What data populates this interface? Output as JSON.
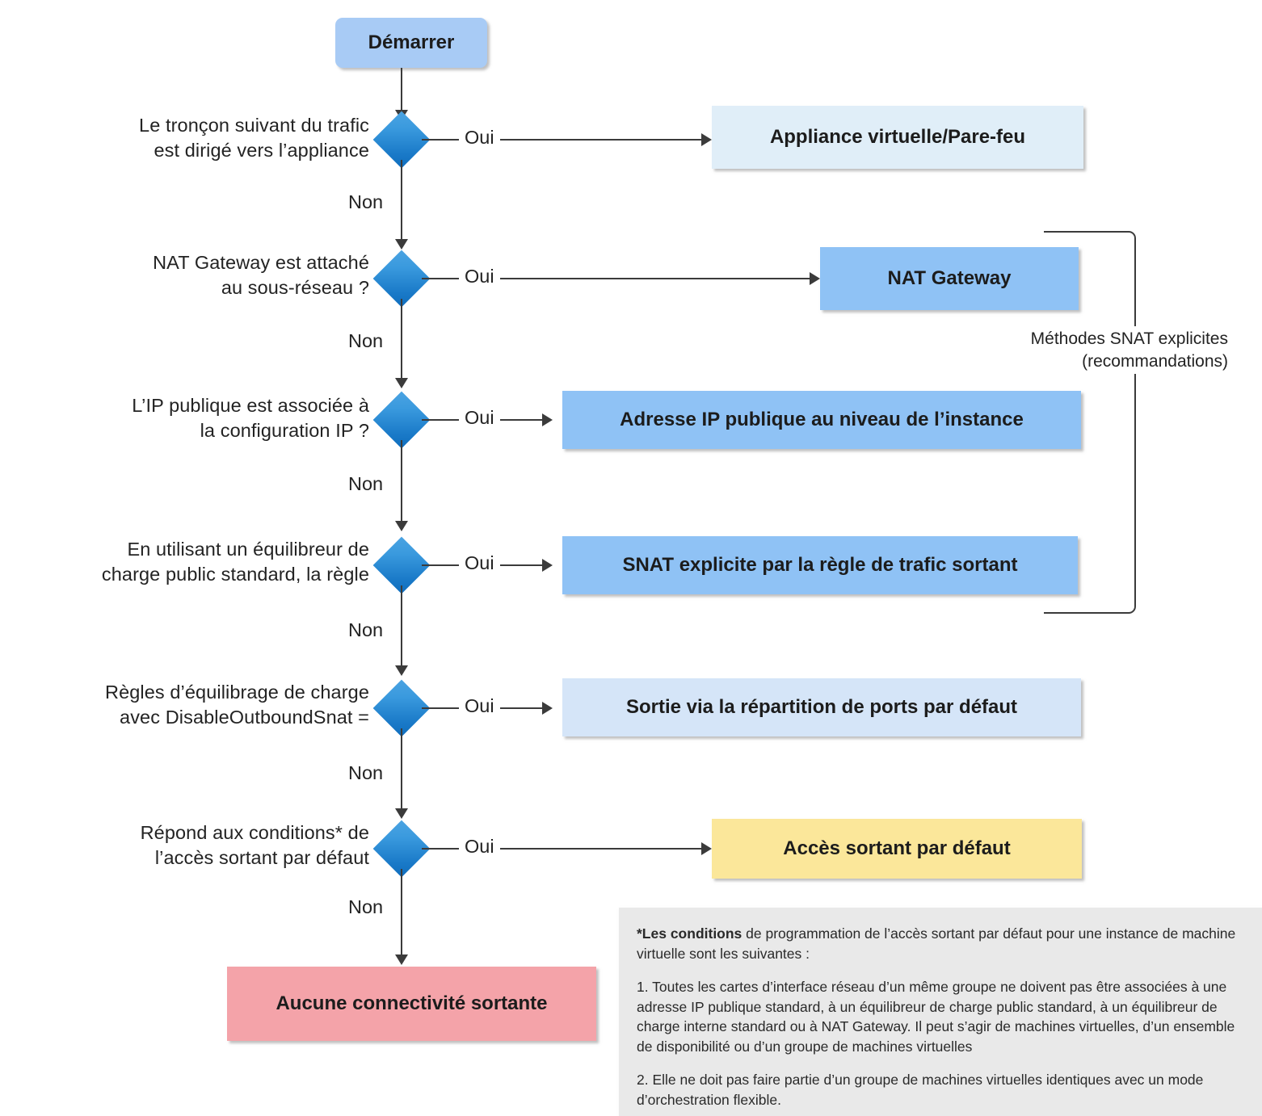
{
  "diagram": {
    "title": "Démarrer",
    "start_label": "Démarrer",
    "yes_label": "Oui",
    "no_label": "Non",
    "colors": {
      "start_box": "#a8cbf5",
      "light_blue_box": "#e0eef8",
      "medium_blue_box": "#8fc2f5",
      "pale_blue_box": "#d5e5f8",
      "yellow_box": "#fbe79a",
      "pink_box": "#f4a3a9",
      "diamond_light": "#3f9ade",
      "diamond_dark": "#0f6dbd",
      "connector": "#3b3b3b",
      "footnote_bg": "#e9e9e9"
    },
    "decisions": [
      {
        "question": "Le tronçon suivant du trafic\nest dirigé vers l’appliance",
        "yes": "Oui",
        "no": "Non",
        "result": "Appliance virtuelle/Pare-feu"
      },
      {
        "question": "NAT Gateway est attaché\nau sous-réseau ?",
        "yes": "Oui",
        "no": "Non",
        "result": "NAT Gateway"
      },
      {
        "question": "L’IP publique est associée à\nla configuration IP ?",
        "yes": "Oui",
        "no": "Non",
        "result": "Adresse IP publique au niveau de l’instance"
      },
      {
        "question": "En utilisant un équilibreur de\ncharge public standard, la règle",
        "yes": "Oui",
        "no": "Non",
        "result": "SNAT explicite par la règle de trafic sortant"
      },
      {
        "question": "Règles d’équilibrage de charge\navec DisableOutboundSnat =",
        "yes": "Oui",
        "no": "Non",
        "result": "Sortie via la répartition de ports par défaut"
      },
      {
        "question": "Répond aux conditions* de\nl’accès sortant par défaut",
        "yes": "Oui",
        "no": "Non",
        "result": "Accès sortant par défaut"
      }
    ],
    "final_result": "Aucune connectivité sortante",
    "bracket_label": "Méthodes SNAT explicites\n(recommandations)",
    "footnote": {
      "lead_bold": "*Les conditions",
      "lead_rest": " de programmation de l’accès sortant par défaut pour une instance de machine virtuelle sont les suivantes :",
      "item1": "1. Toutes les cartes d’interface réseau d’un même groupe ne doivent pas être associées à une adresse IP publique standard, à un équilibreur de charge public standard, à un équilibreur de charge interne standard ou à NAT Gateway. Il peut s’agir de machines virtuelles, d’un ensemble de disponibilité ou d’un groupe de machines virtuelles",
      "item2": "2. Elle ne doit pas faire partie d’un groupe de machines virtuelles identiques avec un mode d’orchestration flexible."
    }
  }
}
